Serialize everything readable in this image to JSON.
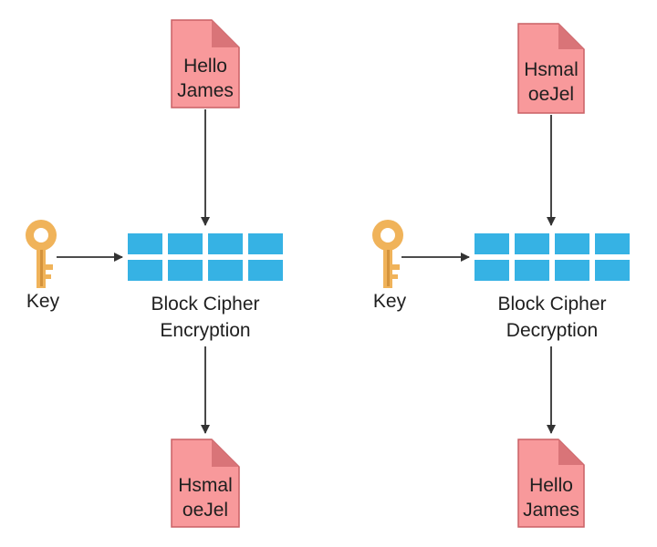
{
  "colors": {
    "document_fill": "#f8999b",
    "document_fold": "#d97478",
    "document_stroke": "#c96065",
    "cipher_block": "#36b2e4",
    "key_gold": "#f0b35a",
    "key_dark": "#d4933c",
    "arrow": "#333333",
    "text": "#1f1f1f"
  },
  "encryption": {
    "input_doc": [
      "Hello",
      "James"
    ],
    "key_label": "Key",
    "cipher_label": [
      "Block Cipher",
      "Encryption"
    ],
    "output_doc": [
      "Hsmal",
      "oeJel"
    ]
  },
  "decryption": {
    "input_doc": [
      "Hsmal",
      "oeJel"
    ],
    "key_label": "Key",
    "cipher_label": [
      "Block Cipher",
      "Decryption"
    ],
    "output_doc": [
      "Hello",
      "James"
    ]
  }
}
